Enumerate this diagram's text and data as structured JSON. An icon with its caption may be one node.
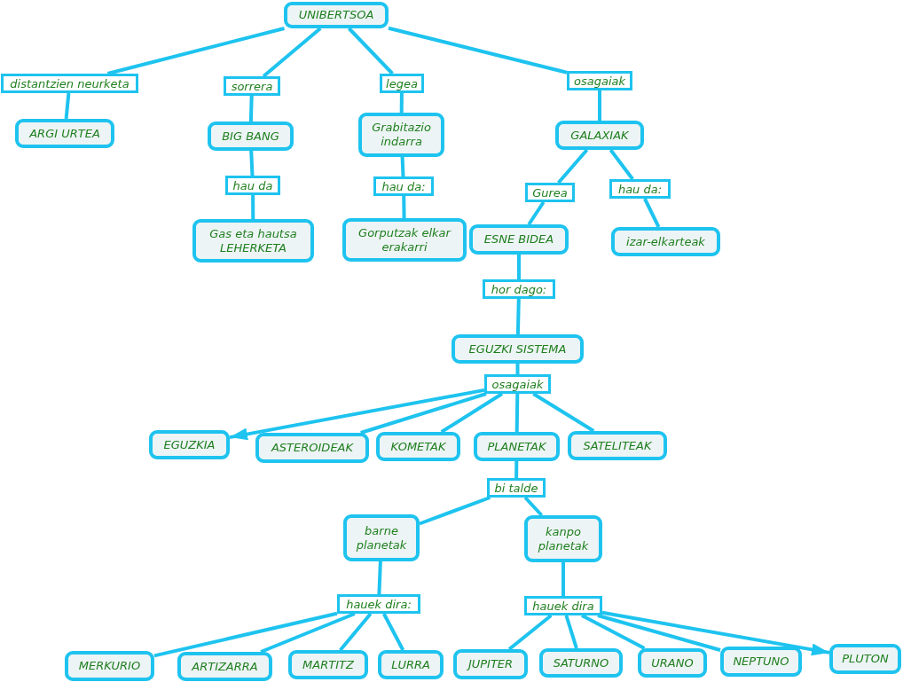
{
  "diagram": {
    "nodes": [
      {
        "text": [
          "UNIBERTSOA"
        ]
      },
      {
        "text": [
          "distantzien neurketa"
        ]
      },
      {
        "text": [
          "sorrera"
        ]
      },
      {
        "text": [
          "legea"
        ]
      },
      {
        "text": [
          "osagaiak"
        ]
      },
      {
        "text": [
          "ARGI URTEA"
        ]
      },
      {
        "text": [
          "BIG BANG"
        ]
      },
      {
        "text": [
          "Grabitazio indarra"
        ]
      },
      {
        "text": [
          "GALAXIAK"
        ]
      },
      {
        "text": [
          "hau da"
        ]
      },
      {
        "text": [
          "hau da:"
        ]
      },
      {
        "text": [
          "Gurea"
        ]
      },
      {
        "text": [
          "hau da:"
        ]
      },
      {
        "text": [
          "Gas eta hautsa LEHERKETA"
        ]
      },
      {
        "text": [
          "Gorputzak elkar erakarri"
        ]
      },
      {
        "text": [
          "ESNE BIDEA"
        ]
      },
      {
        "text": [
          "izar-elkarteak"
        ]
      },
      {
        "text": [
          "hor dago:"
        ]
      },
      {
        "text": [
          "EGUZKI SISTEMA"
        ]
      },
      {
        "text": [
          "osagaiak"
        ]
      },
      {
        "text": [
          "EGUZKIA"
        ]
      },
      {
        "text": [
          "ASTEROIDEAK"
        ]
      },
      {
        "text": [
          "KOMETAK"
        ]
      },
      {
        "text": [
          "PLANETAK"
        ]
      },
      {
        "text": [
          "SATELITEAK"
        ]
      },
      {
        "text": [
          "bi talde"
        ]
      },
      {
        "text": [
          "barne planetak"
        ]
      },
      {
        "text": [
          "kanpo planetak"
        ]
      },
      {
        "text": [
          "hauek dira:"
        ]
      },
      {
        "text": [
          "hauek dira"
        ]
      },
      {
        "text": [
          "MERKURIO"
        ]
      },
      {
        "text": [
          "ARTIZARRA"
        ]
      },
      {
        "text": [
          "MARTITZ"
        ]
      },
      {
        "text": [
          "LURRA"
        ]
      },
      {
        "text": [
          "JUPITER"
        ]
      },
      {
        "text": [
          "SATURNO"
        ]
      },
      {
        "text": [
          "URANO"
        ]
      },
      {
        "text": [
          "NEPTUNO"
        ]
      },
      {
        "text": [
          "PLUTON"
        ]
      }
    ],
    "edges": [
      {
        "from": 0,
        "to": 1,
        "arrow": "none"
      },
      {
        "from": 0,
        "to": 2,
        "arrow": "none"
      },
      {
        "from": 0,
        "to": 3,
        "arrow": "none"
      },
      {
        "from": 0,
        "to": 4,
        "arrow": "none"
      },
      {
        "from": 1,
        "to": 5,
        "arrow": "none"
      },
      {
        "from": 2,
        "to": 6,
        "arrow": "none"
      },
      {
        "from": 3,
        "to": 7,
        "arrow": "none"
      },
      {
        "from": 4,
        "to": 8,
        "arrow": "none"
      },
      {
        "from": 6,
        "to": 9,
        "arrow": "none"
      },
      {
        "from": 7,
        "to": 10,
        "arrow": "none"
      },
      {
        "from": 8,
        "to": 11,
        "arrow": "none"
      },
      {
        "from": 8,
        "to": 12,
        "arrow": "none"
      },
      {
        "from": 9,
        "to": 13,
        "arrow": "none"
      },
      {
        "from": 10,
        "to": 14,
        "arrow": "none"
      },
      {
        "from": 11,
        "to": 15,
        "arrow": "none"
      },
      {
        "from": 12,
        "to": 16,
        "arrow": "none"
      },
      {
        "from": 15,
        "to": 17,
        "arrow": "none"
      },
      {
        "from": 17,
        "to": 18,
        "arrow": "none"
      },
      {
        "from": 18,
        "to": 19,
        "arrow": "none"
      },
      {
        "from": 19,
        "to": 20,
        "arrow": "to"
      },
      {
        "from": 19,
        "to": 21,
        "arrow": "none"
      },
      {
        "from": 19,
        "to": 22,
        "arrow": "none"
      },
      {
        "from": 19,
        "to": 23,
        "arrow": "none"
      },
      {
        "from": 19,
        "to": 24,
        "arrow": "none"
      },
      {
        "from": 23,
        "to": 25,
        "arrow": "none"
      },
      {
        "from": 25,
        "to": 26,
        "arrow": "none"
      },
      {
        "from": 25,
        "to": 27,
        "arrow": "none"
      },
      {
        "from": 26,
        "to": 28,
        "arrow": "none"
      },
      {
        "from": 27,
        "to": 29,
        "arrow": "none"
      },
      {
        "from": 28,
        "to": 30,
        "arrow": "none"
      },
      {
        "from": 28,
        "to": 31,
        "arrow": "none"
      },
      {
        "from": 28,
        "to": 32,
        "arrow": "none"
      },
      {
        "from": 28,
        "to": 33,
        "arrow": "none"
      },
      {
        "from": 29,
        "to": 34,
        "arrow": "none"
      },
      {
        "from": 29,
        "to": 35,
        "arrow": "none"
      },
      {
        "from": 29,
        "to": 36,
        "arrow": "none"
      },
      {
        "from": 29,
        "to": 37,
        "arrow": "none"
      },
      {
        "from": 29,
        "to": 38,
        "arrow": "to"
      }
    ]
  }
}
